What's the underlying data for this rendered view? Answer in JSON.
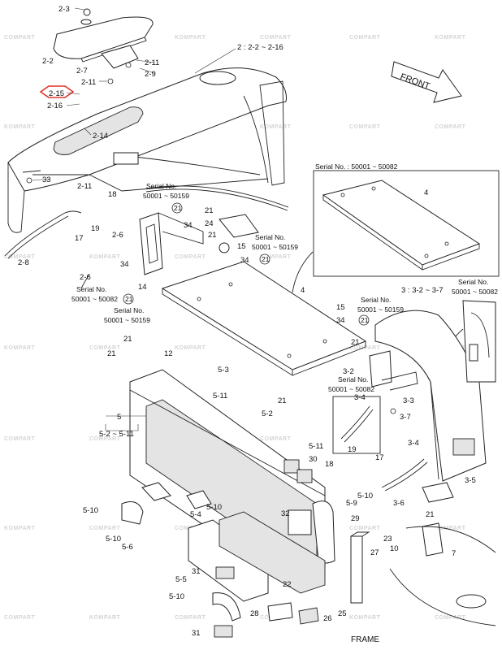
{
  "diagram": {
    "watermark_text": "COMPART",
    "watermark_alt": "KOMPART",
    "callouts": {
      "c2_3": "2-3",
      "c2_2": "2-2",
      "c2_7": "2-7",
      "c2_11a": "2-11",
      "c2_9": "2-9",
      "c2_11b": "2-11",
      "c2_15": "2-15",
      "c2_16": "2-16",
      "c2_14": "2-14",
      "c2_group": "2 : 2-2 ~ 2-16",
      "front": "FRONT",
      "c33": "33",
      "c2_11c": "2-11",
      "c18": "18",
      "c19": "19",
      "c17": "17",
      "c2_6a": "2-6",
      "c2_6b": "2-6",
      "c2_8": "2-8",
      "c34a": "34",
      "c14": "14",
      "c24": "24",
      "c21a": "21",
      "c21b": "21",
      "c34b": "34",
      "c15a": "15",
      "c34c": "34",
      "c4a": "4",
      "c4b": "4",
      "c15b": "15",
      "c34d": "34",
      "c3_group": "3 : 3-2 ~ 3-7",
      "c21c": "21",
      "c21d": "21",
      "c12": "12",
      "c21e": "21",
      "c5_3": "5-3",
      "c5_11a": "5-11",
      "c3_2": "3-2",
      "c3_4a": "3-4",
      "c3_3": "3-3",
      "c3_7": "3-7",
      "c5": "5",
      "c5_range": "5-2 ~ 5-11",
      "c21f": "21",
      "c5_2": "5-2",
      "c5_11b": "5-11",
      "c19b": "19",
      "c17b": "17",
      "c3_4b": "3-4",
      "c30": "30",
      "c18b": "18",
      "c5_9": "5-9",
      "c5_10a": "5-10",
      "c3_5": "3-5",
      "c3_6": "3-6",
      "c21g": "21",
      "c5_10b": "5-10",
      "c5_4": "5-4",
      "c5_10c": "5-10",
      "c32": "32",
      "c29": "29",
      "c23": "23",
      "c10": "10",
      "c7": "7",
      "c5_10d": "5-10",
      "c5_6": "5-6",
      "c27": "27",
      "c31a": "31",
      "c5_5": "5-5",
      "c22": "22",
      "c5_10e": "5-10",
      "c28": "28",
      "c26": "26",
      "c31b": "31",
      "c25": "25",
      "frame": "FRAME"
    },
    "serial_notes": {
      "s1_a": "Serial No.",
      "s1_b": "50001 ~ 50159",
      "s1_c": "21",
      "s2_a": "Serial No.",
      "s2_b": "50001 ~ 50159",
      "s3_a": "Serial No.",
      "s3_b": "50001 ~ 50082",
      "s3_c": "21",
      "s4_a": "Serial No.",
      "s4_b": "50001 ~ 50159",
      "s5": "Serial No. : 50001 ~ 50082",
      "s6_a": "Serial No.",
      "s6_b": "50001 ~ 50159",
      "s7_a": "Serial No.",
      "s7_b": "50001 ~ 50082",
      "s8_a": "Serial No.",
      "s8_b": "50001 ~ 50082",
      "s_circ21a": "21",
      "s_circ21b": "21"
    }
  }
}
